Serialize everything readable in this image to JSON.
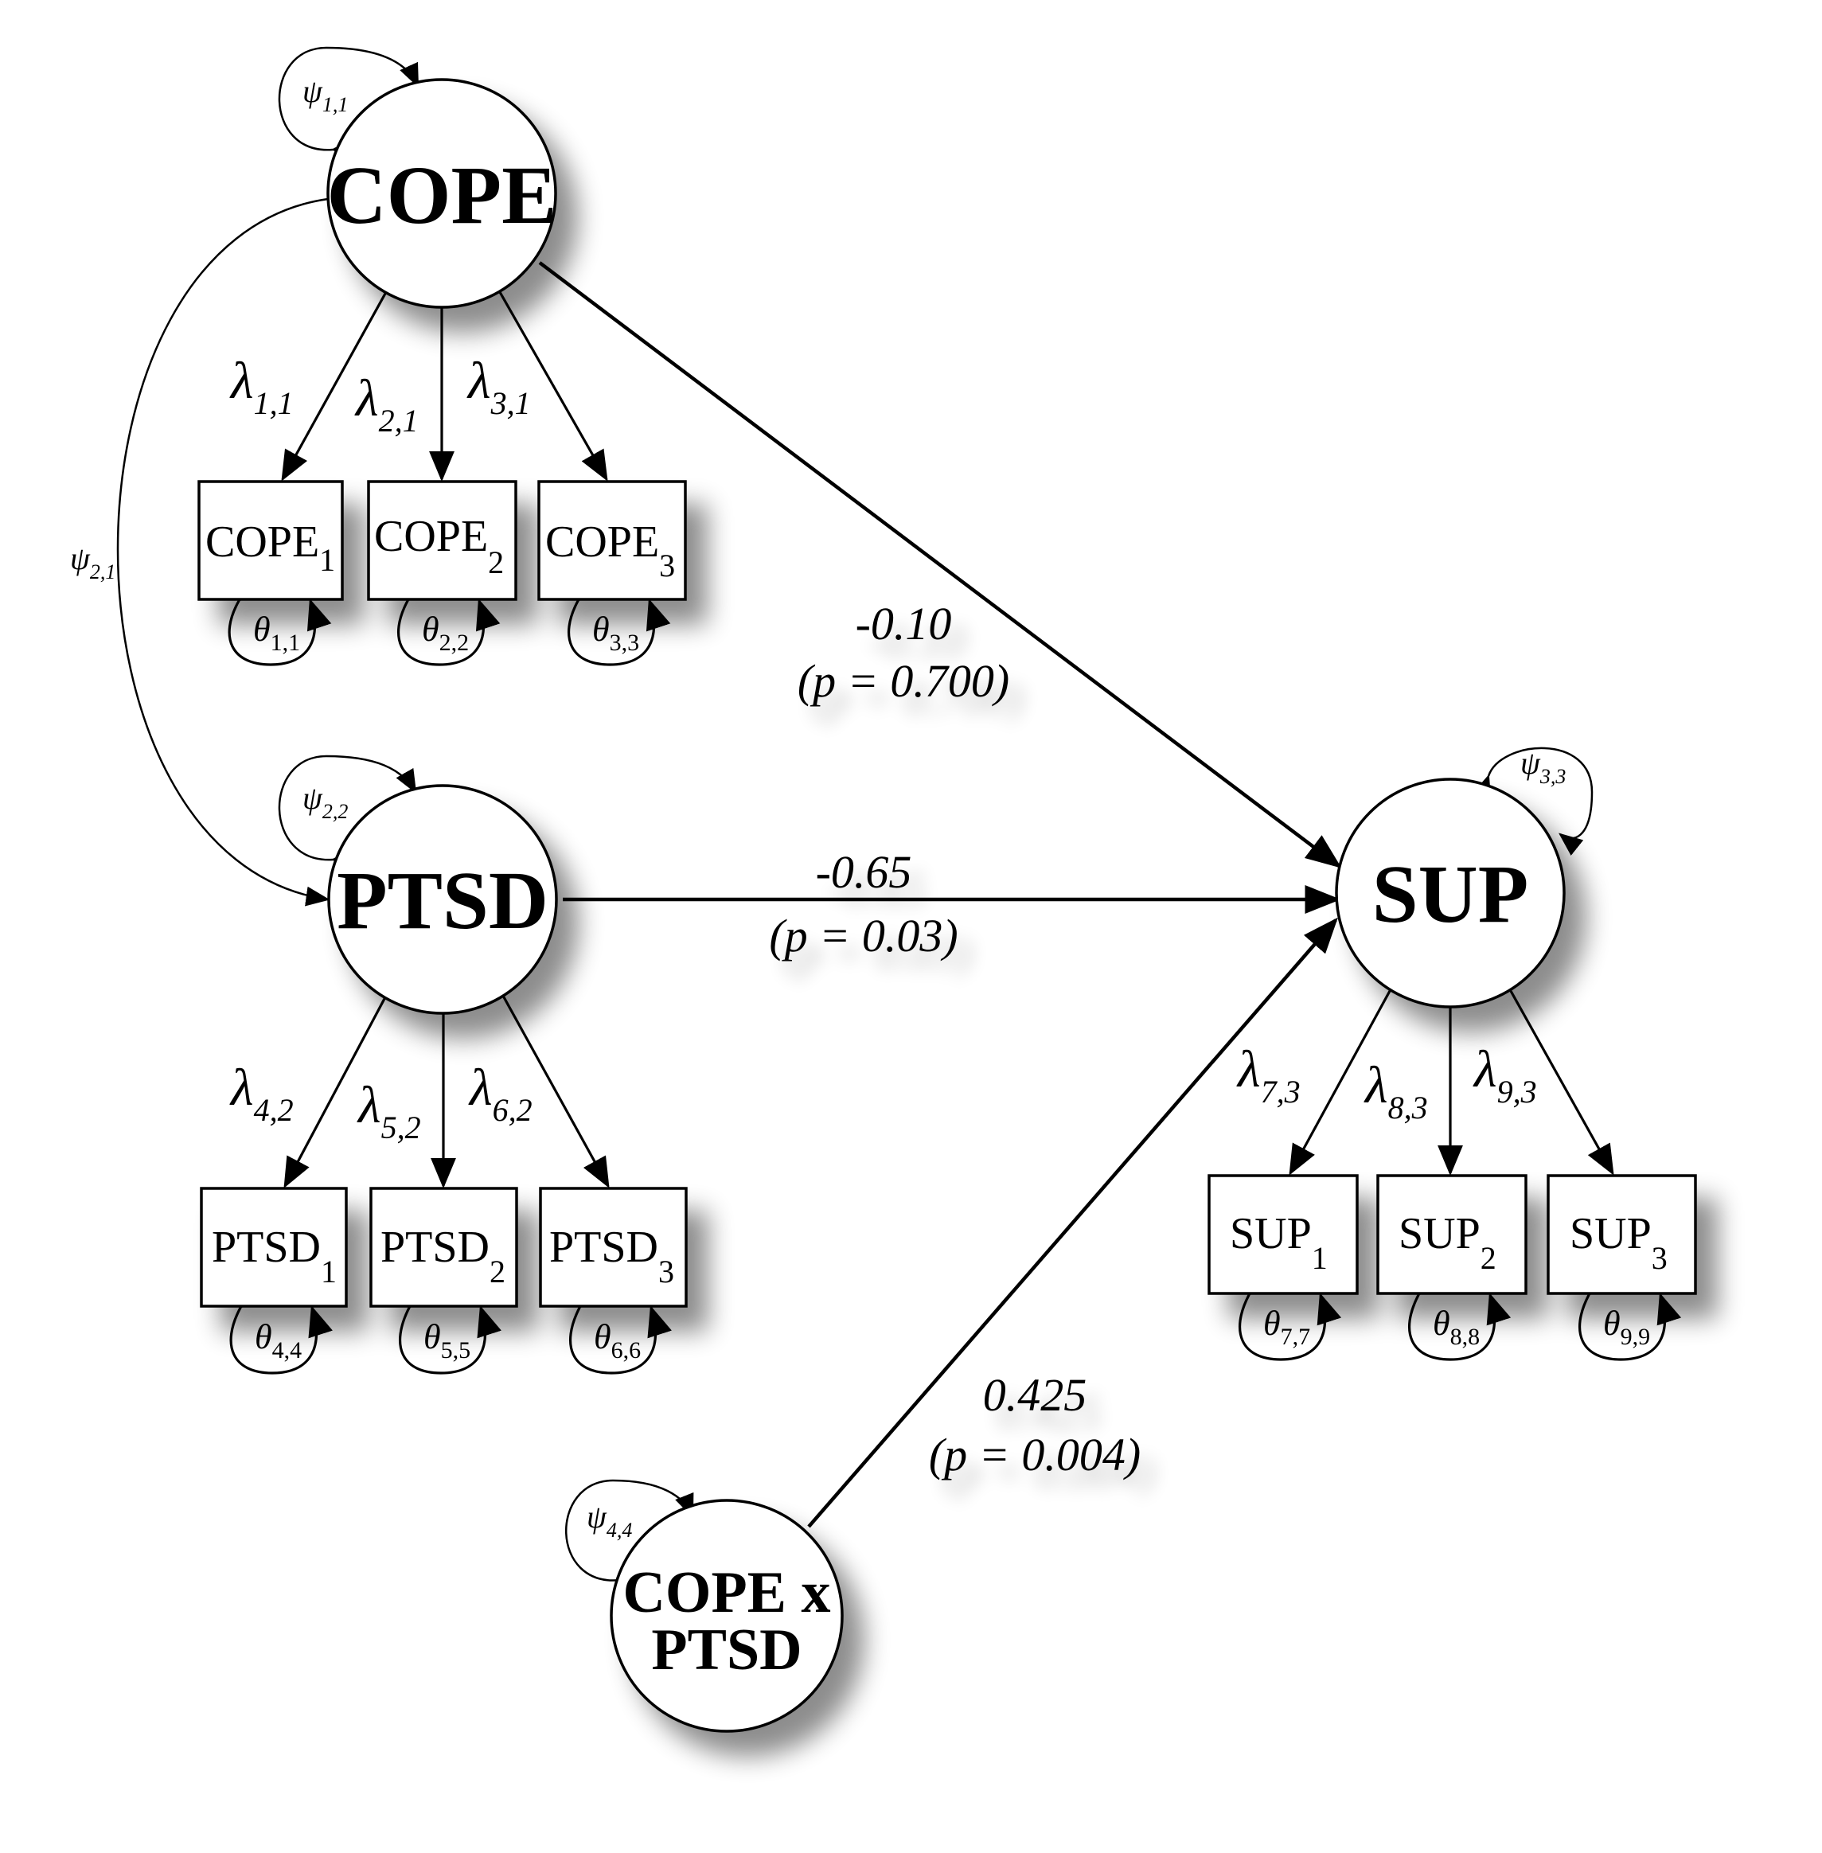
{
  "latents": {
    "cope": "COPE",
    "ptsd": "PTSD",
    "sup": "SUP",
    "interaction_line1": "COPE x",
    "interaction_line2": "PTSD"
  },
  "indicators": {
    "cope1": {
      "base": "COPE",
      "sub": "1"
    },
    "cope2": {
      "base": "COPE",
      "sub": "2"
    },
    "cope3": {
      "base": "COPE",
      "sub": "3"
    },
    "ptsd1": {
      "base": "PTSD",
      "sub": "1"
    },
    "ptsd2": {
      "base": "PTSD",
      "sub": "2"
    },
    "ptsd3": {
      "base": "PTSD",
      "sub": "3"
    },
    "sup1": {
      "base": "SUP",
      "sub": "1"
    },
    "sup2": {
      "base": "SUP",
      "sub": "2"
    },
    "sup3": {
      "base": "SUP",
      "sub": "3"
    }
  },
  "loadings": {
    "l11": {
      "sym": "λ",
      "sub": "1,1"
    },
    "l21": {
      "sym": "λ",
      "sub": "2,1"
    },
    "l31": {
      "sym": "λ",
      "sub": "3,1"
    },
    "l42": {
      "sym": "λ",
      "sub": "4,2"
    },
    "l52": {
      "sym": "λ",
      "sub": "5,2"
    },
    "l62": {
      "sym": "λ",
      "sub": "6,2"
    },
    "l73": {
      "sym": "λ",
      "sub": "7,3"
    },
    "l83": {
      "sym": "λ",
      "sub": "8,3"
    },
    "l93": {
      "sym": "λ",
      "sub": "9,3"
    }
  },
  "errors": {
    "t11": {
      "sym": "θ",
      "sub": "1,1"
    },
    "t22": {
      "sym": "θ",
      "sub": "2,2"
    },
    "t33": {
      "sym": "θ",
      "sub": "3,3"
    },
    "t44": {
      "sym": "θ",
      "sub": "4,4"
    },
    "t55": {
      "sym": "θ",
      "sub": "5,5"
    },
    "t66": {
      "sym": "θ",
      "sub": "6,6"
    },
    "t77": {
      "sym": "θ",
      "sub": "7,7"
    },
    "t88": {
      "sym": "θ",
      "sub": "8,8"
    },
    "t99": {
      "sym": "θ",
      "sub": "9,9"
    }
  },
  "variances": {
    "p11": {
      "sym": "ψ",
      "sub": "1,1"
    },
    "p21": {
      "sym": "ψ",
      "sub": "2,1"
    },
    "p22": {
      "sym": "ψ",
      "sub": "2,2"
    },
    "p33": {
      "sym": "ψ",
      "sub": "3,3"
    },
    "p44": {
      "sym": "ψ",
      "sub": "4,4"
    }
  },
  "paths": {
    "cope_sup": {
      "estimate": "-0.10",
      "p": "(p = 0.700)"
    },
    "ptsd_sup": {
      "estimate": "-0.65",
      "p": "(p = 0.03)"
    },
    "int_sup": {
      "estimate": "0.425",
      "p": "(p = 0.004)"
    }
  }
}
